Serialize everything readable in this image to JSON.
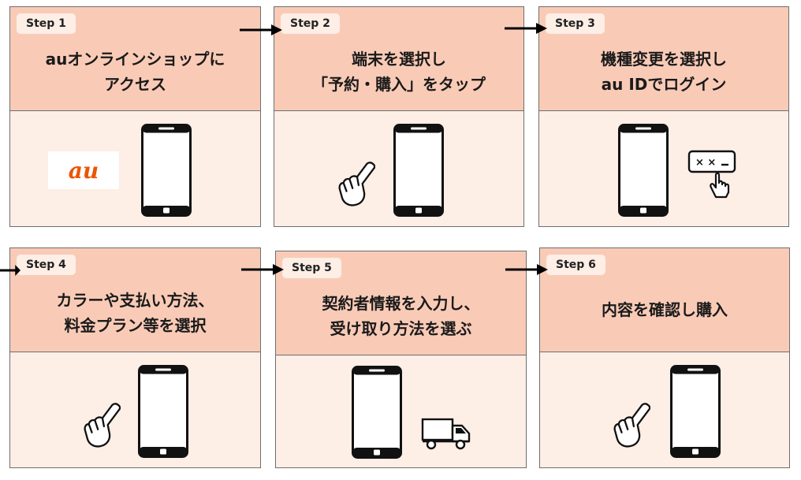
{
  "steps": [
    {
      "label": "Step 1",
      "title_lines": [
        "auオンラインショップに",
        "アクセス"
      ],
      "logo_text": "au",
      "icon": "au-logo"
    },
    {
      "label": "Step 2",
      "title_lines": [
        "端末を選択し",
        "「予約・購入」をタップ"
      ],
      "icon": "pointing-hand-icon"
    },
    {
      "label": "Step 3",
      "title_lines": [
        "機種変更を選択し",
        "au IDでログイン"
      ],
      "icon": "password-input-icon",
      "password_mask": "× ×"
    },
    {
      "label": "Step 4",
      "title_lines": [
        "カラーや支払い方法、",
        "料金プラン等を選択"
      ],
      "icon": "pointing-hand-icon"
    },
    {
      "label": "Step 5",
      "title_lines": [
        "契約者情報を入力し、",
        "受け取り方法を選ぶ"
      ],
      "icon": "delivery-truck-icon"
    },
    {
      "label": "Step 6",
      "title_lines": [
        "内容を確認し購入"
      ],
      "icon": "pointing-hand-icon"
    }
  ],
  "colors": {
    "card_top": "#f9cbb7",
    "card_bottom": "#fdeee6",
    "border": "#6e6e6e",
    "au_brand": "#eb5505",
    "text": "#1a1a1a"
  }
}
